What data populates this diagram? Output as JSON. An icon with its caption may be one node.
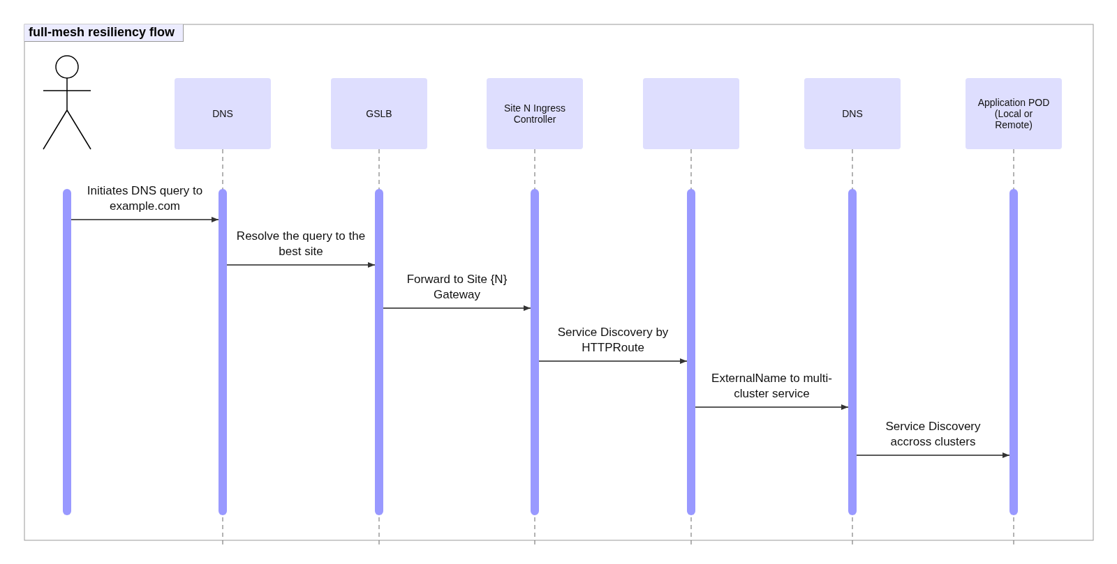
{
  "diagram": {
    "title": "full-mesh resiliency flow",
    "nodes": [
      {
        "text": [],
        "shape": "person"
      },
      {
        "text": [
          "DNS"
        ]
      },
      {
        "text": [
          "GSLB"
        ]
      },
      {
        "text": [
          "Site N Ingress Controller"
        ]
      },
      {
        "text": [],
        "shape": "box"
      },
      {
        "text": [
          "DNS"
        ]
      },
      {
        "text": [
          "Application POD (Local or Remote)"
        ]
      }
    ],
    "edges": [
      {
        "from": 0,
        "to": 1,
        "arrow": "to",
        "label": "Initiates DNS query to example.com"
      },
      {
        "from": 1,
        "to": 2,
        "arrow": "to",
        "label": "Resolve the query to the best site"
      },
      {
        "from": 2,
        "to": 3,
        "arrow": "to",
        "label": "Forward to Site {N} Gateway"
      },
      {
        "from": 3,
        "to": 4,
        "arrow": "to",
        "label": "Service Discovery by HTTPRoute"
      },
      {
        "from": 4,
        "to": 5,
        "arrow": "to",
        "label": "ExternalName to multi-cluster service"
      },
      {
        "from": 5,
        "to": 6,
        "arrow": "to",
        "label": "Service Discovery accross clusters"
      }
    ]
  }
}
